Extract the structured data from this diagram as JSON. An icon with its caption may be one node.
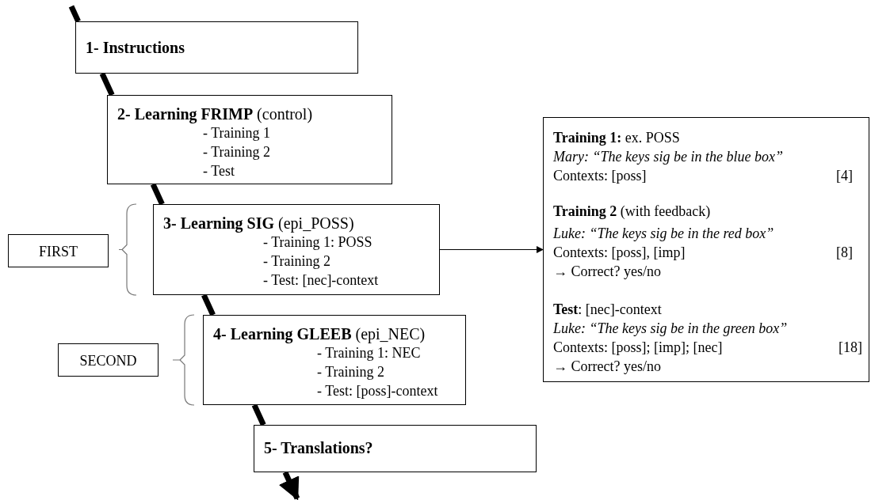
{
  "diagram": {
    "nodes": [
      {
        "text": [
          "1- Instructions"
        ]
      },
      {
        "text": [
          "**2- Learning FRIMP** (control)",
          "- Training 1",
          "- Training 2",
          "- Test"
        ]
      },
      {
        "text": [
          "FIRST"
        ]
      },
      {
        "text": [
          "**3- Learning SIG** (epi_POSS)",
          "- Training 1: POSS",
          "- Training 2",
          "- Test: [nec]-context"
        ]
      },
      {
        "text": [
          "**Training 1:** ex. POSS",
          "Mary: “The keys sig be in the blue box”",
          "Contexts: [poss]",
          "[4]",
          "**Training 2** (with feedback)",
          "Luke: “The keys sig be in the red box”",
          "Contexts: [poss], [imp]",
          "[8]",
          "→ Correct? yes/no",
          "**Test**: [nec]-context",
          "Luke: “The keys sig be in the green box”",
          "Contexts: [poss]; [imp]; [nec]",
          "[18]",
          "→ Correct? yes/no"
        ]
      },
      {
        "text": [
          "SECOND"
        ]
      },
      {
        "text": [
          "**4- Learning GLEEB** (epi_NEC)",
          "- Training 1: NEC",
          "- Training 2",
          "- Test: [poss]-context"
        ]
      },
      {
        "text": [
          "5- Translations?"
        ]
      }
    ],
    "edges": [
      {
        "from": null,
        "to": 0,
        "arrow": "none"
      },
      {
        "from": 0,
        "to": 1,
        "arrow": "none"
      },
      {
        "from": 1,
        "to": 3,
        "arrow": "none"
      },
      {
        "from": 3,
        "to": 6,
        "arrow": "none"
      },
      {
        "from": 6,
        "to": 7,
        "arrow": "none"
      },
      {
        "from": 7,
        "to": null,
        "arrow": "to"
      },
      {
        "from": 3,
        "to": 4,
        "arrow": "to"
      }
    ]
  }
}
